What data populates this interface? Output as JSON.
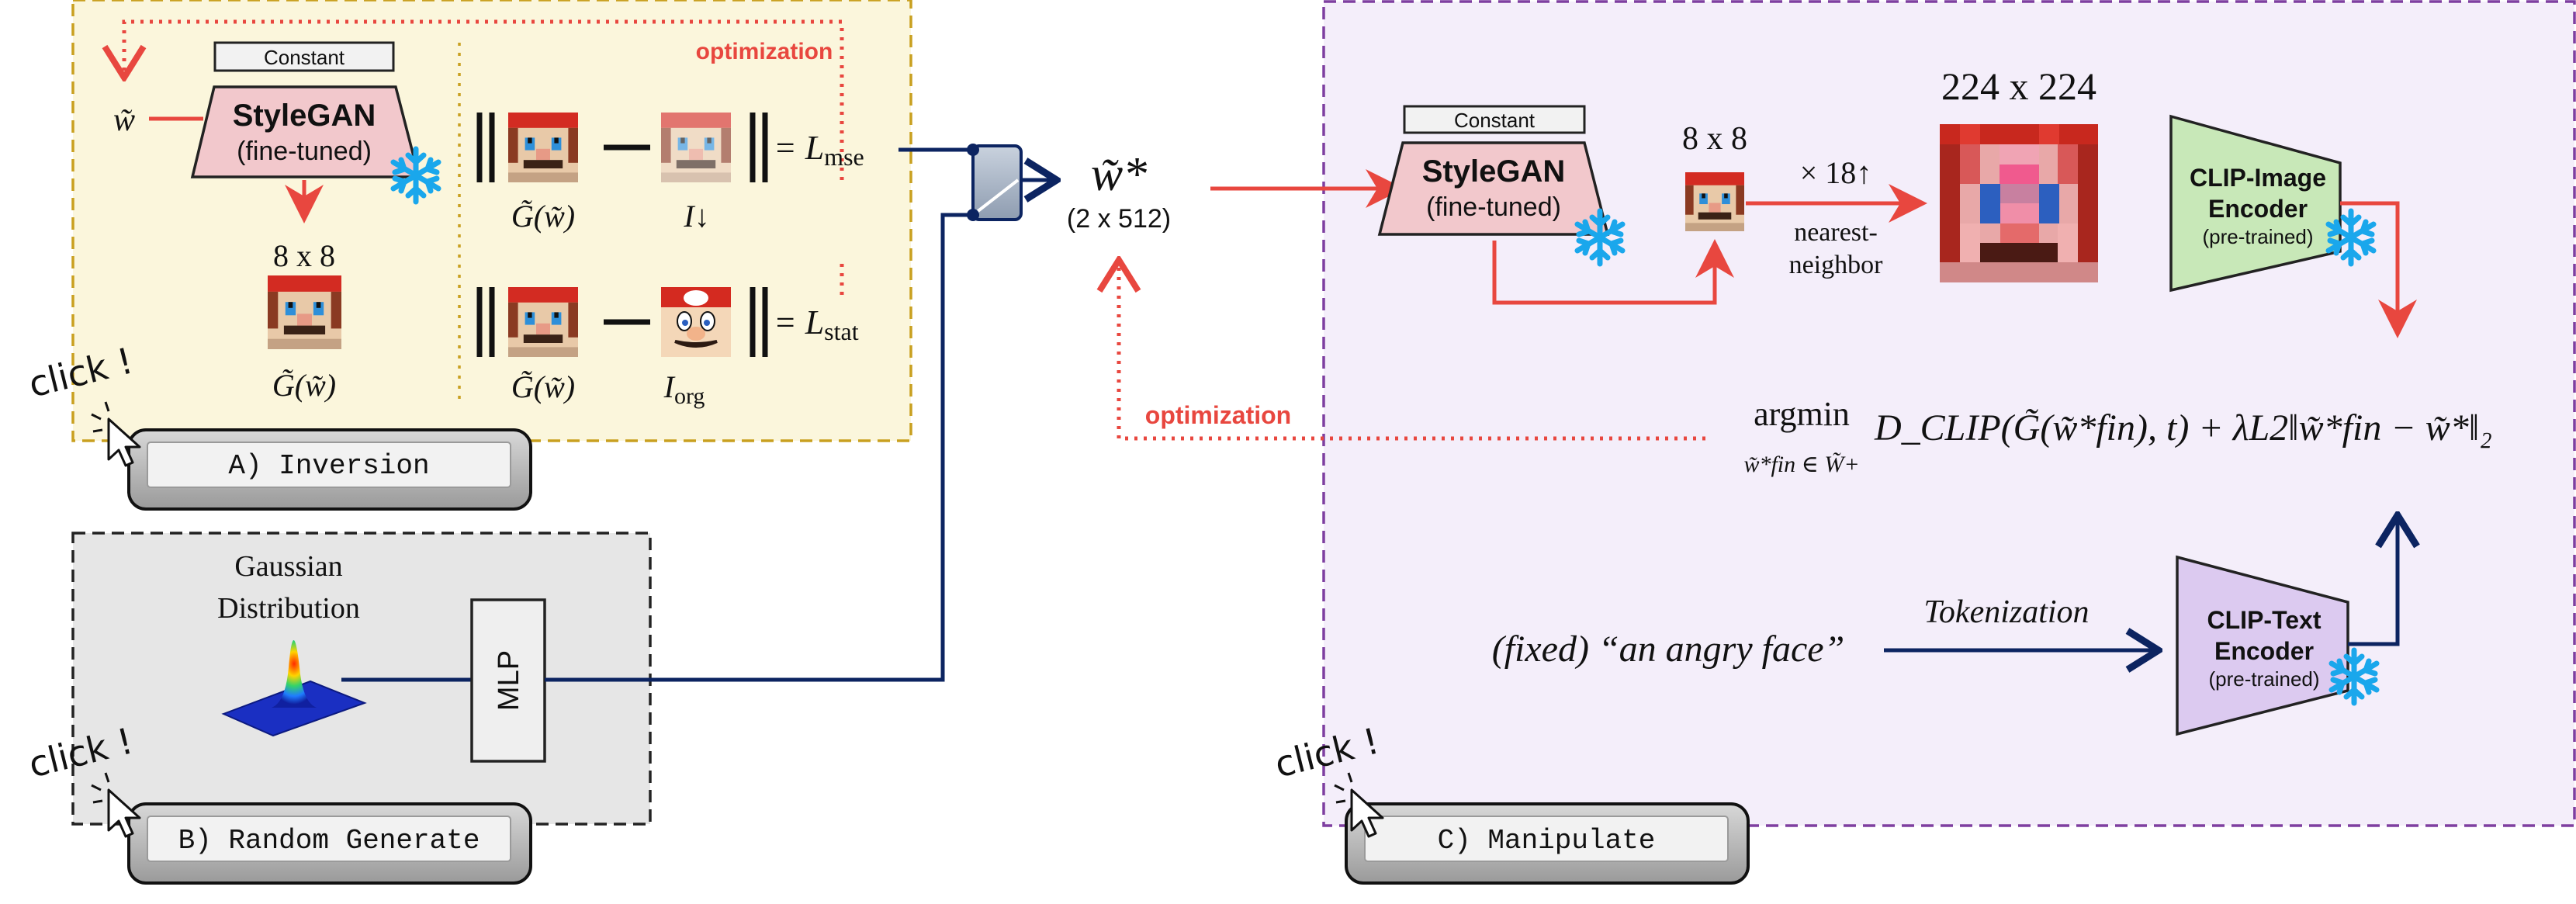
{
  "colors": {
    "red": "#e8473f",
    "navy": "#0c2461",
    "inversion_bg": "#fbf6dc",
    "inversion_border": "#c9a020",
    "random_bg": "#e6e6e6",
    "manip_bg": "#f4eefa",
    "manip_border": "#7e3fa0",
    "stylegan_fill": "#f2c8cc",
    "clip_image_fill": "#c8e8b8",
    "clip_text_fill": "#dccaf0",
    "snowflake": "#1aa7ec"
  },
  "inversion": {
    "constant": "Constant",
    "stylegan": "StyleGAN",
    "finetuned": "(fine-tuned)",
    "w_tilde": "w̃",
    "optimization": "optimization",
    "size": "8 x 8",
    "g_of_w": "G̃(w̃)",
    "i_down": "I↓",
    "i_org": "I",
    "i_org_sub": "org",
    "eq_mse": "= L",
    "eq_mse_sub": "mse",
    "eq_stat": "= L",
    "eq_stat_sub": "stat"
  },
  "center": {
    "w_star": "w̃*",
    "dims": "(2 x 512)"
  },
  "random": {
    "gaussian_line1": "Gaussian",
    "gaussian_line2": "Distribution",
    "mlp": "MLP"
  },
  "manipulate": {
    "constant": "Constant",
    "stylegan": "StyleGAN",
    "finetuned": "(fine-tuned)",
    "size_small": "8 x 8",
    "upscale": "× 18↑",
    "nearest1": "nearest-",
    "nearest2": "neighbor",
    "size_big": "224 x 224",
    "clip_image_line1": "CLIP-Image",
    "clip_image_line2": "Encoder",
    "clip_image_line3": "(pre-trained)",
    "clip_text_line1": "CLIP-Text",
    "clip_text_line2": "Encoder",
    "clip_text_line3": "(pre-trained)",
    "optimization": "optimization",
    "argmin": "argmin",
    "argmin_sub": "w̃*fin ∈ W̃+",
    "loss": "D_CLIP(G̃(w̃*fin), t) + λL2‖w̃*fin − w̃*‖₂",
    "prompt": "(fixed) “an angry face”",
    "tokenization": "Tokenization"
  },
  "buttons": {
    "inversion": "A) Inversion",
    "random": "B) Random Generate",
    "manipulate": "C) Manipulate",
    "click": "click !"
  }
}
